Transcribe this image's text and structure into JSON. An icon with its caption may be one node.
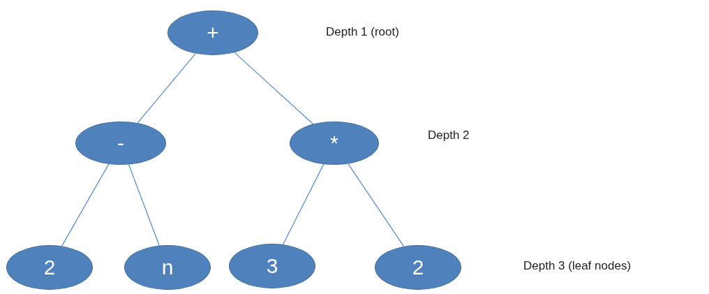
{
  "diagram": {
    "nodes": [
      {
        "text": [
          "+"
        ]
      },
      {
        "text": [
          "-"
        ]
      },
      {
        "text": [
          "*"
        ]
      },
      {
        "text": [
          "2"
        ]
      },
      {
        "text": [
          "n"
        ]
      },
      {
        "text": [
          "3"
        ]
      },
      {
        "text": [
          "2"
        ]
      }
    ],
    "edges": [
      {
        "from": 0,
        "to": 1,
        "arrow": "none"
      },
      {
        "from": 0,
        "to": 2,
        "arrow": "none"
      },
      {
        "from": 1,
        "to": 3,
        "arrow": "none"
      },
      {
        "from": 1,
        "to": 4,
        "arrow": "none"
      },
      {
        "from": 2,
        "to": 5,
        "arrow": "none"
      },
      {
        "from": 2,
        "to": 6,
        "arrow": "none"
      }
    ],
    "labels": [
      "Depth 1 (root)",
      "Depth 2",
      "Depth 3 (leaf nodes)"
    ]
  }
}
